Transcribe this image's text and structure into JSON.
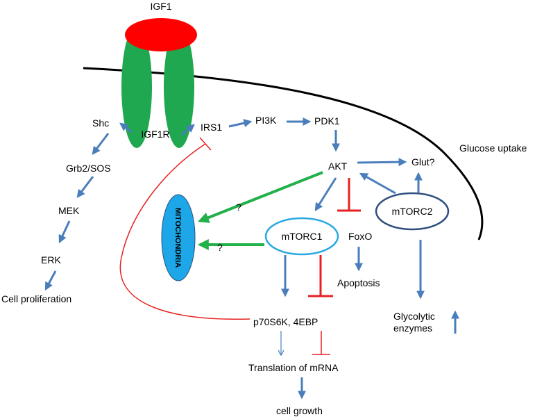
{
  "nodes": {
    "igf1": "IGF1",
    "igf1r": "IGF1R",
    "shc": "Shc",
    "grb2sos": "Grb2/SOS",
    "mek": "MEK",
    "erk": "ERK",
    "cell_proliferation": "Cell proliferation",
    "irs1": "IRS1",
    "pi3k": "PI3K",
    "pdk1": "PDK1",
    "akt": "AKT",
    "glut": "Glut?",
    "glucose_uptake": "Glucose uptake",
    "mitochondria": "MITOCHONDRIA",
    "mtorc1": "mTORC1",
    "mtorc2": "mTORC2",
    "foxo": "FoxO",
    "apoptosis": "Apoptosis",
    "p70s6k": "p70S6K, 4EBP",
    "glycolytic_line1": "Glycolytic",
    "glycolytic_line2": "enzymes",
    "translation": "Translation of mRNA",
    "cell_growth": "cell growth",
    "question1": "?",
    "question2": "?"
  },
  "colors": {
    "igf1": "#ff0000",
    "receptor": "#1fa84f",
    "mitochondria": "#1da7e8",
    "activation": "#4a7ebb",
    "inhibition": "#e62020",
    "green_arrow": "#22b04b",
    "mtorc1_border": "#2aa8e0",
    "mtorc2_border": "#2f4f7f"
  }
}
